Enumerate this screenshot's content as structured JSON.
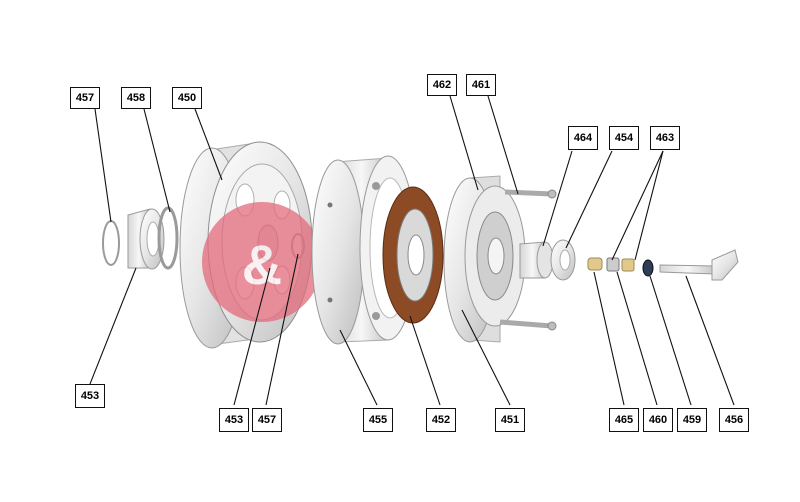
{
  "diagram": {
    "watermark": {
      "color": "#e46a7c"
    },
    "callouts": [
      {
        "id": "c457a",
        "label": "457"
      },
      {
        "id": "c458",
        "label": "458"
      },
      {
        "id": "c450",
        "label": "450"
      },
      {
        "id": "c462",
        "label": "462"
      },
      {
        "id": "c461",
        "label": "461"
      },
      {
        "id": "c464",
        "label": "464"
      },
      {
        "id": "c454",
        "label": "454"
      },
      {
        "id": "c463",
        "label": "463"
      },
      {
        "id": "c453a",
        "label": "453"
      },
      {
        "id": "c453b",
        "label": "453"
      },
      {
        "id": "c457b",
        "label": "457"
      },
      {
        "id": "c455",
        "label": "455"
      },
      {
        "id": "c452",
        "label": "452"
      },
      {
        "id": "c451",
        "label": "451"
      },
      {
        "id": "c465",
        "label": "465"
      },
      {
        "id": "c460",
        "label": "460"
      },
      {
        "id": "c459",
        "label": "459"
      },
      {
        "id": "c456",
        "label": "456"
      }
    ],
    "colors": {
      "line": "#111111",
      "part_fill": "#efefef",
      "part_stroke": "#9a9a9a",
      "disc": "#8c4a25"
    }
  }
}
